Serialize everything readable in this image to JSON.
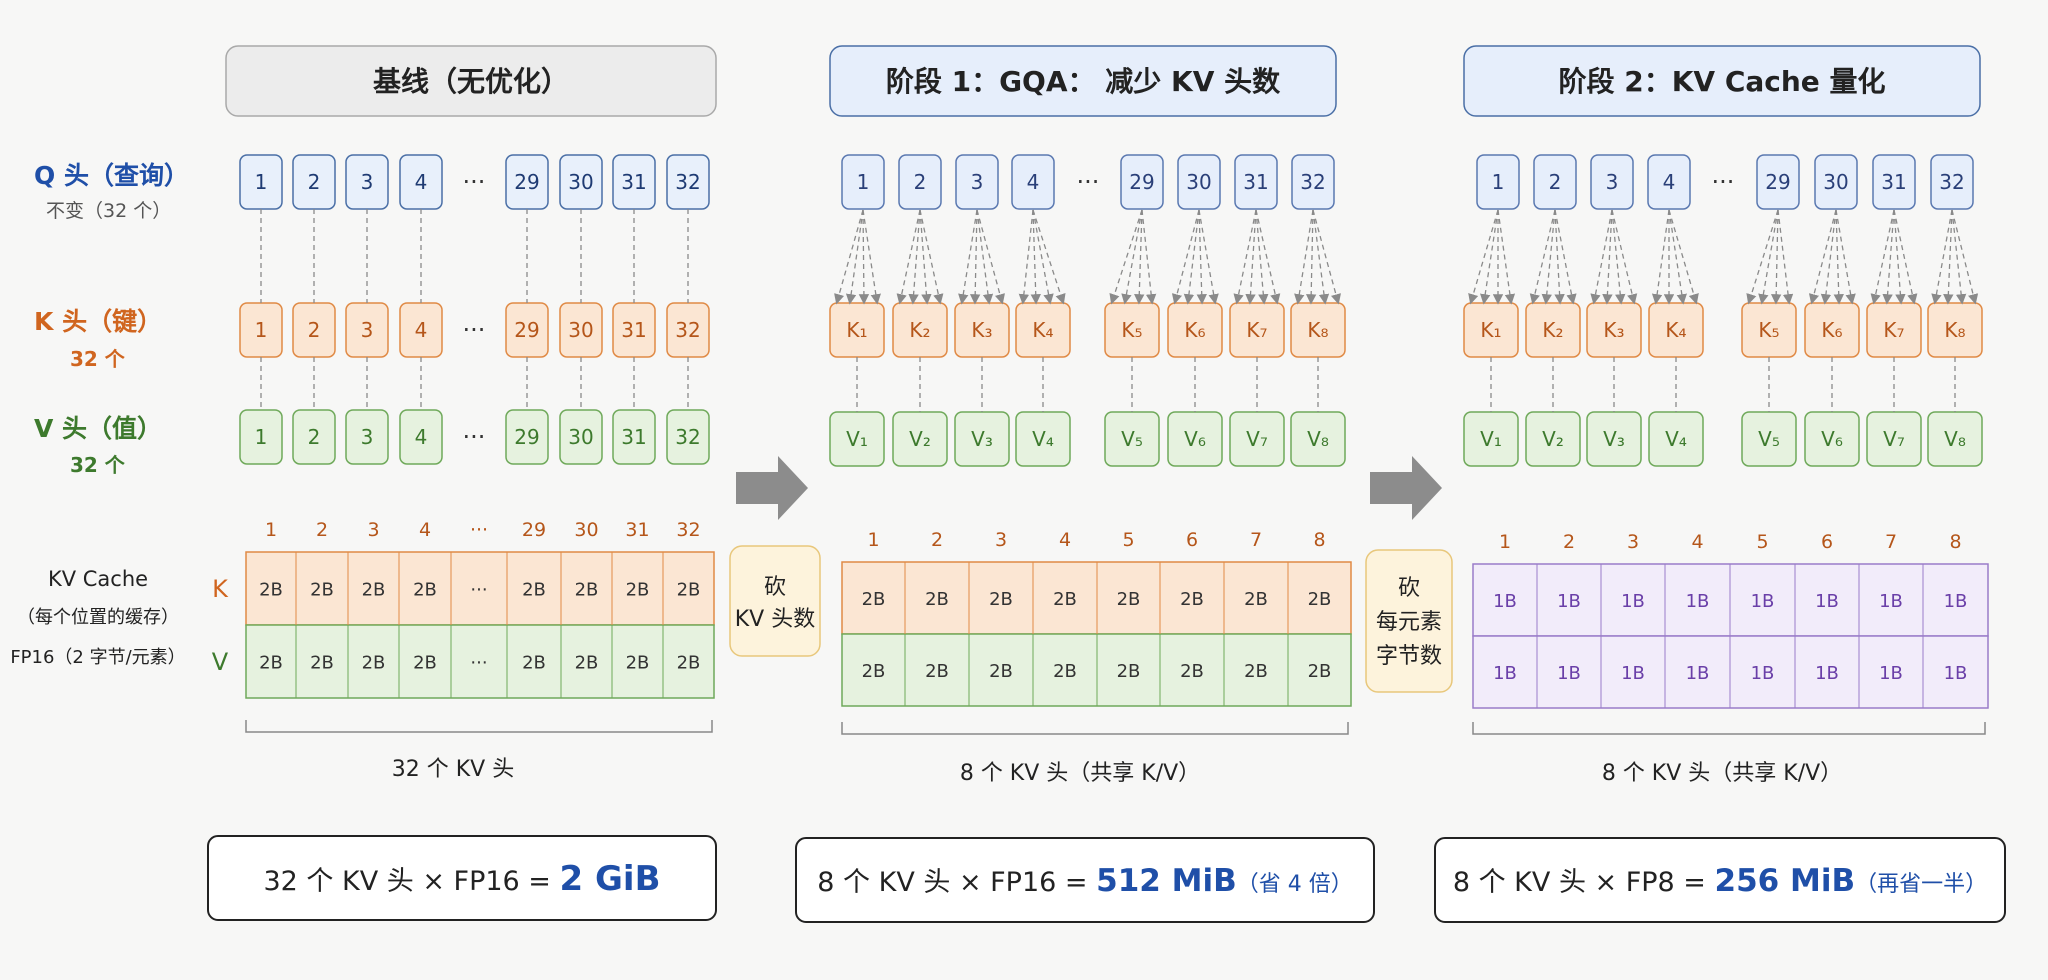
{
  "colors": {
    "q_fill": "#e8f0fb",
    "q_stroke": "#4a6fa6",
    "q_text": "#1f3b73",
    "k_fill": "#fbe6d3",
    "k_stroke": "#e08a45",
    "k_text": "#b5561a",
    "v_fill": "#e6f2df",
    "v_stroke": "#6fa95a",
    "v_text": "#3d7a2d",
    "q1_fill": "#e6eefb",
    "q1_stroke": "#5a78b0",
    "q1_text": "#2a3f78",
    "purple_fill": "#f2ecfa",
    "purple_stroke": "#9a7cc9",
    "purple_text": "#6a3fa8",
    "accent_blue": "#1f4fa8",
    "note_fill": "#fdf3dc",
    "note_stroke": "#e8c77b",
    "arrow_gray": "#8c8c8c"
  },
  "panels": {
    "baseline": "基线（无优化）",
    "stage1": "阶段 1：GQA： 减少 KV 头数",
    "stage2": "阶段 2：KV Cache 量化"
  },
  "row_labels": {
    "q_main": "Q 头（查询）",
    "q_sub": "不变（32 个）",
    "k_main": "K 头（键）",
    "k_sub": "32 个",
    "v_main": "V 头（值）",
    "v_sub": "32 个"
  },
  "cache_labels": {
    "title": "KV Cache",
    "sub1": "（每个位置的缓存）",
    "sub2": "FP16（2 字节/元素）",
    "k": "K",
    "v": "V"
  },
  "head_numbers": [
    "1",
    "2",
    "3",
    "4",
    "29",
    "30",
    "31",
    "32"
  ],
  "ellipsis": "···",
  "grouped_k": [
    "K₁",
    "K₂",
    "K₃",
    "K₄",
    "K₅",
    "K₆",
    "K₇",
    "K₈"
  ],
  "grouped_v": [
    "V₁",
    "V₂",
    "V₃",
    "V₄",
    "V₅",
    "V₆",
    "V₇",
    "V₈"
  ],
  "cache_cols_base": [
    "1",
    "2",
    "3",
    "4",
    "···",
    "29",
    "30",
    "31",
    "32"
  ],
  "cache_cols_grouped": [
    "1",
    "2",
    "3",
    "4",
    "5",
    "6",
    "7",
    "8"
  ],
  "cell_fp16": "2B",
  "cell_fp8": "1B",
  "transitions": {
    "t1": [
      "砍",
      "KV 头数"
    ],
    "t2": [
      "砍",
      "每元素",
      "字节数"
    ]
  },
  "brace_labels": {
    "base": "32 个 KV 头",
    "stage1": "8 个 KV 头（共享 K/V）",
    "stage2": "8 个 KV 头（共享 K/V）"
  },
  "summaries": {
    "base": {
      "prefix": "32 个 KV 头 × FP16 = ",
      "value": "2 GiB",
      "note": ""
    },
    "stage1": {
      "prefix": "8 个 KV 头 × FP16 = ",
      "value": "512 MiB",
      "note": "（省 4 倍）"
    },
    "stage2": {
      "prefix": "8 个 KV 头 × FP8 = ",
      "value": "256 MiB",
      "note": "（再省一半）"
    }
  }
}
